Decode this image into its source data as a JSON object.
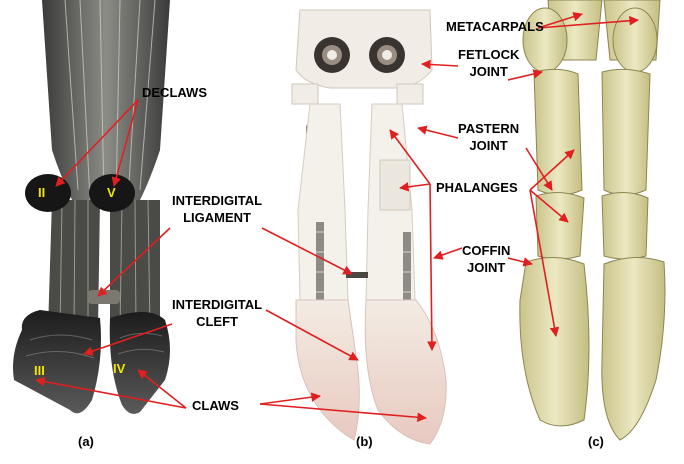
{
  "colors": {
    "arrow": "#e02020",
    "roman_numeral": "#f2e600",
    "label_text": "#000000",
    "hoof_dark": "#2a2a2a",
    "prosthesis_white": "#f1ede6",
    "prosthesis_pink": "#ecd4cc",
    "bone": "#e2dcaa"
  },
  "panels": {
    "a": {
      "caption": "(a)",
      "digits": {
        "ii": "II",
        "v": "V",
        "iii": "III",
        "iv": "IV"
      }
    },
    "b": {
      "caption": "(b)"
    },
    "c": {
      "caption": "(c)"
    }
  },
  "labels": {
    "declaws": "DECLAWS",
    "interdigital_ligament": [
      "INTERDIGITAL",
      "LIGAMENT"
    ],
    "interdigital_cleft": [
      "INTERDIGITAL",
      "CLEFT"
    ],
    "claws": "CLAWS",
    "metacarpals": "METACARPALS",
    "fetlock_joint": [
      "FETLOCK",
      "JOINT"
    ],
    "pastern_joint": [
      "PASTERN",
      "JOINT"
    ],
    "phalanges": "PHALANGES",
    "coffin_joint": [
      "COFFIN",
      "JOINT"
    ]
  }
}
